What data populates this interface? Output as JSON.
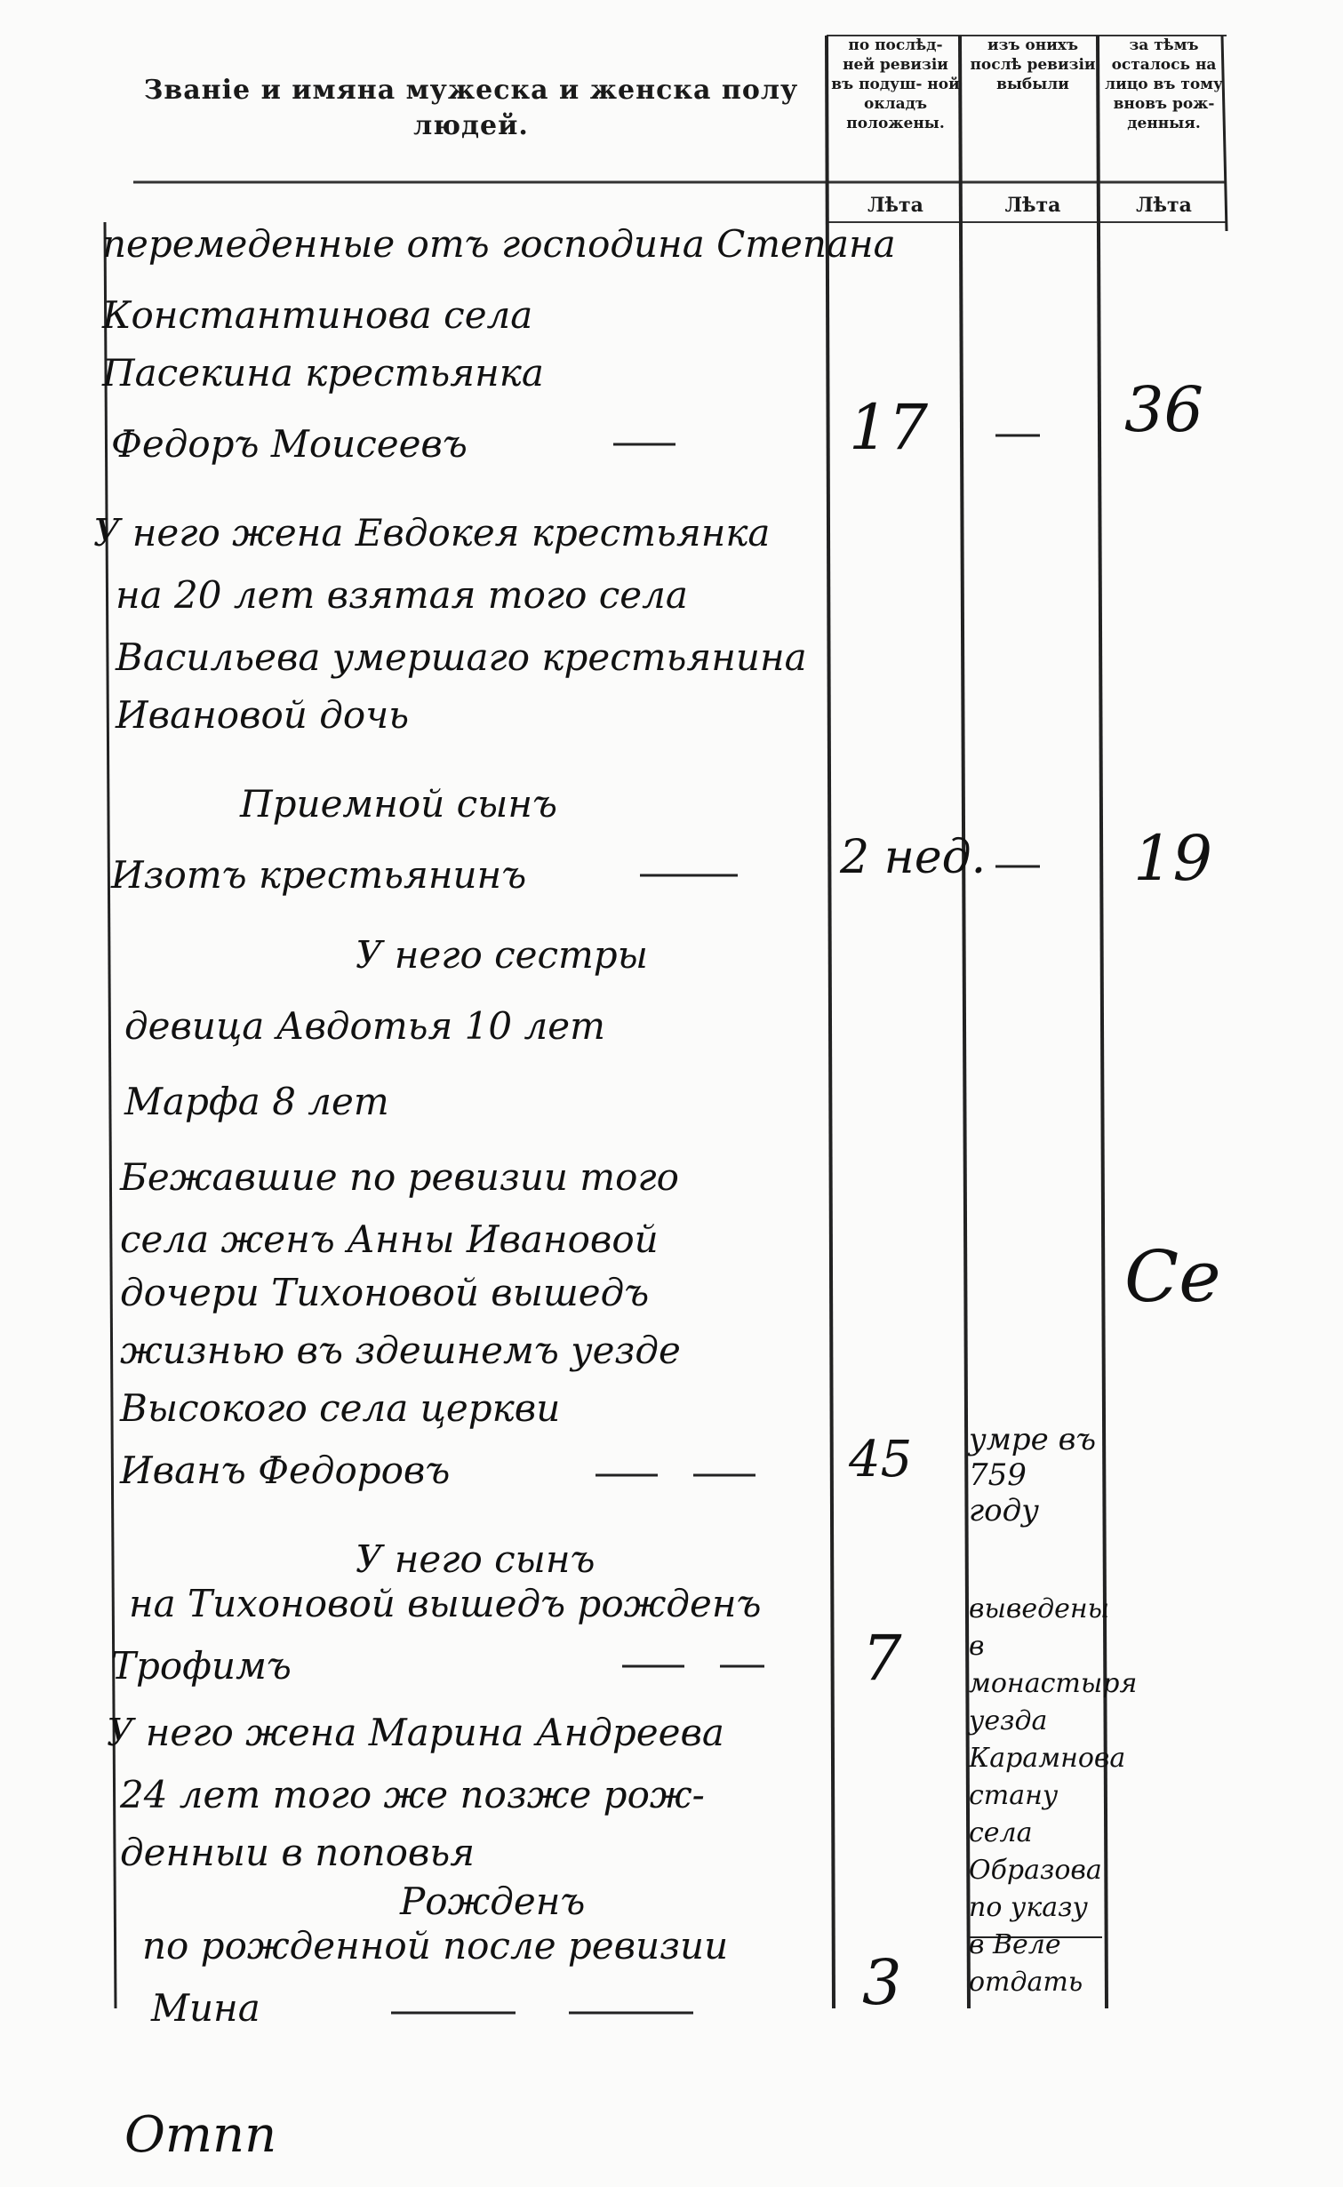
{
  "header": {
    "title": "Званiе и имяна мужеска и женска полу людей.",
    "columns": [
      "по послѣд- ней ревизiи въ подуш- ной окладъ положены.",
      "изъ онихъ послѣ ревизiи выбыли",
      "за тѣмъ осталось на лицо въ тому вновъ рож- денныя."
    ],
    "unit_label": "Лѣта"
  },
  "entries": [
    {
      "text": "перемеденные отъ господина Степана",
      "num1": "",
      "num2": "",
      "num3": ""
    },
    {
      "text": "Константинова села",
      "num1": "",
      "num2": "",
      "num3": ""
    },
    {
      "text": "Пасекина крестьянка",
      "num1": "",
      "num2": "",
      "num3": ""
    },
    {
      "text": "Федоръ Моисеевъ",
      "num1": "17",
      "num2": "—",
      "num3": "36"
    },
    {
      "text": "У него жена Евдокея крестьянка",
      "num1": "",
      "num2": "",
      "num3": ""
    },
    {
      "text": "на 20 лет взятая того села",
      "num1": "",
      "num2": "",
      "num3": ""
    },
    {
      "text": "Васильева умершаго крестьянина",
      "num1": "",
      "num2": "",
      "num3": ""
    },
    {
      "text": "Ивановой дочь",
      "num1": "",
      "num2": "",
      "num3": ""
    },
    {
      "text": "Приемной сынъ",
      "num1": "",
      "num2": "",
      "num3": ""
    },
    {
      "text": "Изотъ крестьянинъ",
      "num1": "2 нед.",
      "num2": "—",
      "num3": "19"
    },
    {
      "text": "У него сестры",
      "num1": "",
      "num2": "",
      "num3": ""
    },
    {
      "text": "девица Авдотья 10 лет",
      "num1": "",
      "num2": "",
      "num3": ""
    },
    {
      "text": "Марфа 8 лет",
      "num1": "",
      "num2": "",
      "num3": ""
    },
    {
      "text": "Бежавшие по ревизии того",
      "num1": "",
      "num2": "",
      "num3": ""
    },
    {
      "text": "села женъ Анны Ивановой",
      "num1": "",
      "num2": "",
      "num3": ""
    },
    {
      "text": "дочери Тихоновой вышедъ",
      "num1": "",
      "num2": "",
      "num3": ""
    },
    {
      "text": "жизнью въ здешнемъ уезде",
      "num1": "",
      "num2": "",
      "num3": ""
    },
    {
      "text": "Высокого села церкви",
      "num1": "",
      "num2": "",
      "num3": ""
    },
    {
      "text": "Иванъ Федоровъ",
      "num1": "45",
      "num2": "умре въ 759 году",
      "num3": ""
    },
    {
      "text": "У него сынъ",
      "num1": "",
      "num2": "",
      "num3": ""
    },
    {
      "text": "на Тихоновой вышедъ рожденъ",
      "num1": "",
      "num2": "",
      "num3": ""
    },
    {
      "text": "Трофимъ",
      "num1": "7",
      "num2": "",
      "num3": ""
    },
    {
      "text": "У него жена Марина Андреева",
      "num1": "",
      "num2": "",
      "num3": ""
    },
    {
      "text": "24 лет того же позже рож-",
      "num1": "",
      "num2": "",
      "num3": ""
    },
    {
      "text": "денныи в поповья",
      "num1": "",
      "num2": "",
      "num3": ""
    },
    {
      "text": "Рожденъ",
      "num1": "",
      "num2": "",
      "num3": ""
    },
    {
      "text": "по рожденной после ревизии",
      "num1": "",
      "num2": "",
      "num3": ""
    },
    {
      "text": "Мина",
      "num1": "3",
      "num2": "",
      "num3": ""
    }
  ],
  "side_note": "выведены в монастыря уезда Карамнова стану села Образова по указу в Веле отдать",
  "mark_right": "Се",
  "footer": "Отпп"
}
